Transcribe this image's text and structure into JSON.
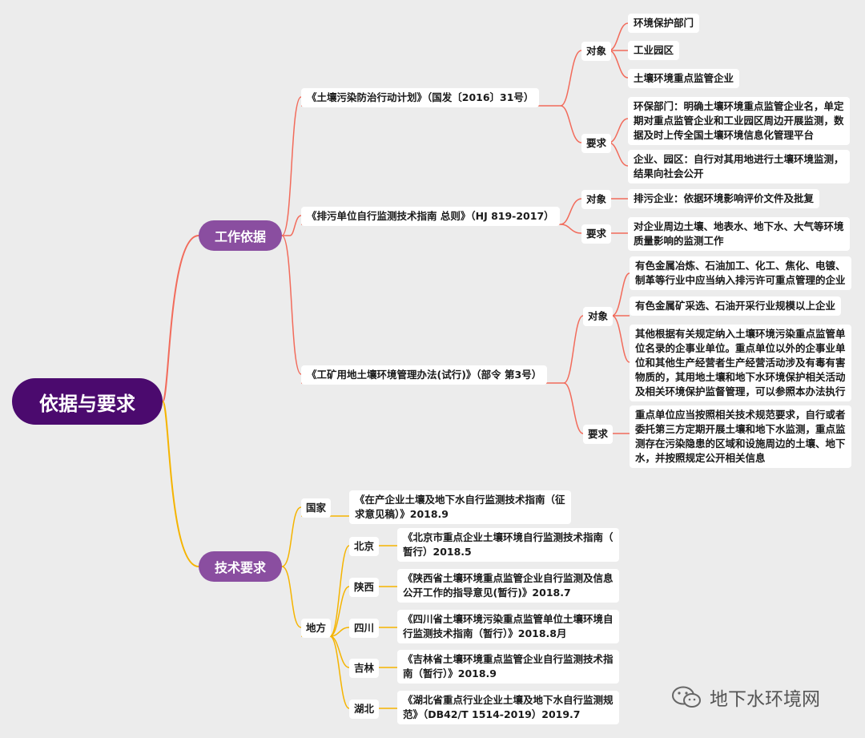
{
  "root": "依据与要求",
  "branches": {
    "work": "工作依据",
    "tech": "技术要求"
  },
  "work": {
    "doc1": {
      "title": "《土壤污染防治行动计划》（国发〔2016〕31号）",
      "object_label": "对象",
      "objects": [
        "环境保护部门",
        "工业园区",
        "土壤环境重点监管企业"
      ],
      "req_label": "要求",
      "reqs": [
        [
          "环保部门：明确土壤环境重点监管企业名，单定",
          "期对重点监管企业和工业园区周边开展监测，数",
          "据及时上传全国土壤环境信息化管理平台"
        ],
        [
          "企业、园区：自行对其用地进行土壤环境监测，",
          "结果向社会公开"
        ]
      ]
    },
    "doc2": {
      "title": "《排污单位自行监测技术指南 总则》（HJ 819-2017）",
      "object_label": "对象",
      "object": "排污企业：依据环境影响评价文件及批复",
      "req_label": "要求",
      "req": [
        "对企业周边土壤、地表水、地下水、大气等环境",
        "质量影响的监测工作"
      ]
    },
    "doc3": {
      "title": "《工矿用地土壤环境管理办法(试行)》（部令 第3号）",
      "object_label": "对象",
      "objects": [
        [
          "有色金属冶炼、石油加工、化工、焦化、电镀、",
          "制革等行业中应当纳入排污许可重点管理的企业"
        ],
        [
          "有色金属矿采选、石油开采行业规模以上企业"
        ],
        [
          "其他根据有关规定纳入土壤环境污染重点监管单",
          "位名录的企事业单位。重点单位以外的企事业单",
          "位和其他生产经营者生产经营活动涉及有毒有害",
          "物质的，其用地土壤和地下水环境保护相关活动",
          "及相关环境保护监督管理，可以参照本办法执行"
        ]
      ],
      "req_label": "要求",
      "req": [
        "重点单位应当按照相关技术规范要求，自行或者",
        "委托第三方定期开展土壤和地下水监测，重点监",
        "测存在污染隐患的区域和设施周边的土壤、地下",
        "水，并按照规定公开相关信息"
      ]
    }
  },
  "tech": {
    "national_label": "国家",
    "national": [
      "《在产企业土壤及地下水自行监测技术指南（征",
      "求意见稿）》2018.9"
    ],
    "local_label": "地方",
    "locals": [
      {
        "name": "北京",
        "doc": [
          "《北京市重点企业土壤环境自行监测技术指南（",
          "暂行）2018.5"
        ]
      },
      {
        "name": "陕西",
        "doc": [
          "《陕西省土壤环境重点监管企业自行监测及信息",
          "公开工作的指导意见(暂行)》2018.7"
        ]
      },
      {
        "name": "四川",
        "doc": [
          "《四川省土壤环境污染重点监管单位土壤环境自",
          "行监测技术指南（暂行）》2018.8月"
        ]
      },
      {
        "name": "吉林",
        "doc": [
          "《吉林省土壤环境重点监管企业自行监测技术指",
          "南（暂行）》2018.9"
        ]
      },
      {
        "name": "湖北",
        "doc": [
          "《湖北省重点行业企业土壤及地下水自行监测规",
          "范》（DB42/T 1514-2019）2019.7"
        ]
      }
    ]
  },
  "watermark": "地下水环境网",
  "colors": {
    "root": "#4b0a6e",
    "branch": "#8a4ea0",
    "upper_line": "#f26b5b",
    "lower_line": "#f5b400",
    "background": "#ececec"
  }
}
